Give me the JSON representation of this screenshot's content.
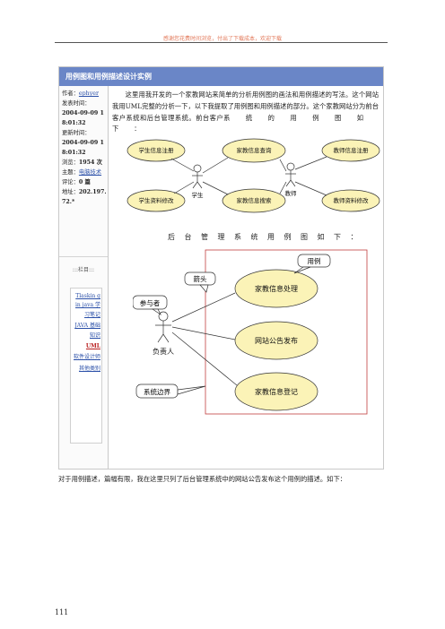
{
  "banner": "感谢您花费时间浏览，付出了下载成本，欢迎下载",
  "article": {
    "title": "用例图和用例描述设计实例",
    "intro": "这里用我开发的一个家教网站来简单的分析用例图的画法和用例描述的写法。这个网站我用UML完整的分析一下，以下我提取了用例图和用例描述的部分。这个家教网站分为前台客户系统和后台管理系统。前台客户",
    "intro_tail": "系统的用例图如下：",
    "caption2": "后台管理系统用例图如下：",
    "below": "对于用例描述，篇幅有限，我在这里只列了后台管理系统中的网站公告发布这个用例的描述。如下："
  },
  "meta": {
    "author_label": "作者：",
    "author": "ephyer",
    "published_label": "发表时间：",
    "published": "2004-09-09 18:01:32",
    "updated_label": "更新时间：",
    "updated": "2004-09-09 18:01:32",
    "views_label": "浏览：",
    "views": "1954 次",
    "topic_label": "主题：",
    "topic": "电脑技术",
    "comments_label": "评论：",
    "comments": "0 篇",
    "address_label": "地址：",
    "address": "202.197.72.*"
  },
  "sidebar": {
    "heading": ":::栏目:::",
    "categories": [
      "Tlaskin g in java 学习笔记",
      "JAVA 基础知识",
      "UML",
      "软件设计师",
      "其他类别"
    ]
  },
  "diagram1": {
    "actors": [
      "学生",
      "教师"
    ],
    "usecases": [
      "学生信息注册",
      "家教信息查询",
      "教师信息注册",
      "学生资料修改",
      "家教信息搜索",
      "教师资料修改"
    ]
  },
  "diagram2": {
    "actor": "负责人",
    "usecases": [
      "家教信息处理",
      "网站公告发布",
      "家教信息登记"
    ],
    "notes": [
      "箭头",
      "用例",
      "参与者",
      "系统边界"
    ]
  },
  "page_number": "111"
}
